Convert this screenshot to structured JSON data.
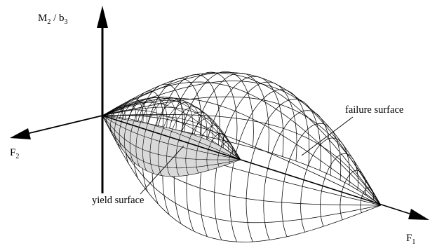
{
  "axes": {
    "vertical": {
      "main": "M",
      "sub1": "2",
      "slash": " / b",
      "sub2": "3"
    },
    "horizontal_right": {
      "main": "F",
      "sub": "1"
    },
    "horizontal_left": {
      "main": "F",
      "sub": "2"
    }
  },
  "annotations": {
    "failure": "failure surface",
    "yield": "yield surface"
  },
  "colors": {
    "line": "#000000",
    "yield_fill": "#d9d9d9",
    "background": "#ffffff"
  }
}
